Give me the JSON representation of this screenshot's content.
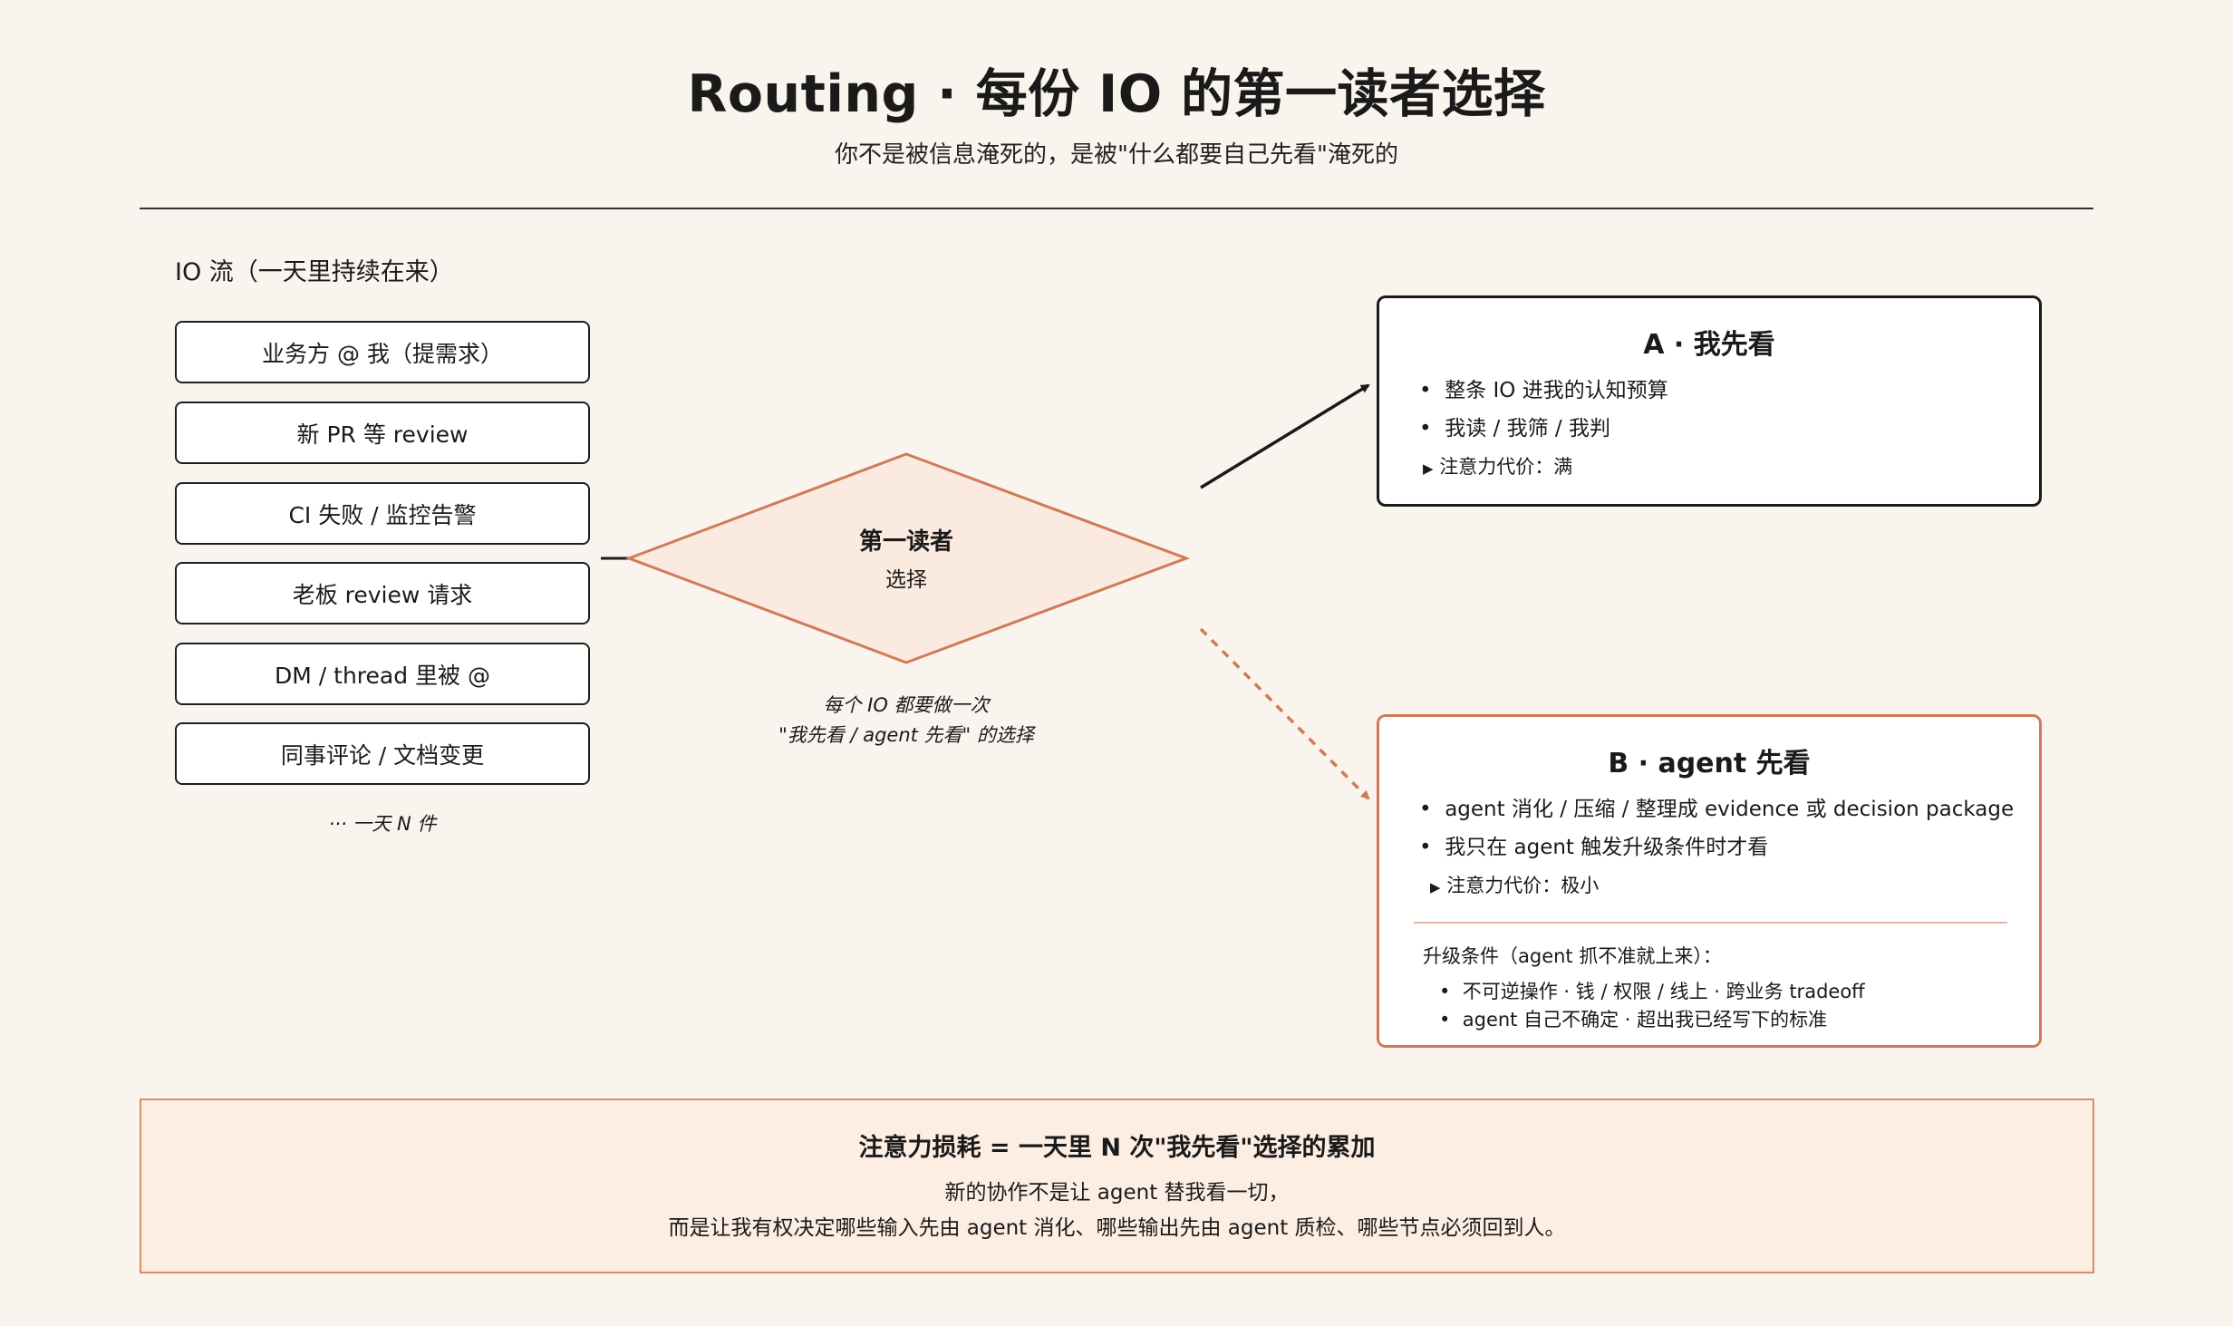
{
  "header": {
    "title": "Routing · 每份 IO 的第一读者选择",
    "subtitle": "你不是被信息淹死的，是被\"什么都要自己先看\"淹死的"
  },
  "io_stream": {
    "heading": "IO 流（一天里持续在来）",
    "items": [
      "业务方 @ 我（提需求）",
      "新 PR 等 review",
      "CI 失败 / 监控告警",
      "老板 review 请求",
      "DM / thread 里被 @",
      "同事评论 / 文档变更"
    ],
    "more": "··· 一天 N 件"
  },
  "decision": {
    "title": "第一读者",
    "subtitle": "选择",
    "note_lines": [
      "每个 IO 都要做一次",
      "\"我先看 / agent 先看\" 的选择"
    ]
  },
  "option_a": {
    "title": "A · 我先看",
    "bullets": [
      "整条 IO 进我的认知预算",
      "我读 / 我筛 / 我判"
    ],
    "cost": "注意力代价：满"
  },
  "option_b": {
    "title": "B · agent 先看",
    "bullets": [
      "agent 消化 / 压缩 / 整理成 evidence 或 decision package",
      "我只在 agent 触发升级条件时才看"
    ],
    "cost": "注意力代价：极小",
    "escalation_heading": "升级条件（agent 抓不准就上来）：",
    "escalation_lines": [
      "不可逆操作 · 钱 / 权限 / 线上 · 跨业务 tradeoff",
      "agent 自己不确定 · 超出我已经写下的标准"
    ]
  },
  "summary": {
    "title": "注意力损耗 = 一天里 N 次\"我先看\"选择的累加",
    "lines": [
      "新的协作不是让 agent 替我看一切，",
      "而是让我有权决定哪些输入先由 agent 消化、哪些输出先由 agent 质检、哪些节点必须回到人。"
    ]
  },
  "colors": {
    "background": "#f9f4ee",
    "accent": "#d07b58",
    "accent_fill": "#fbeae0",
    "ink": "#1a1a1a"
  },
  "icons": {
    "bullet": "dot-bullet-icon",
    "cost_marker": "triangle-right-icon"
  }
}
